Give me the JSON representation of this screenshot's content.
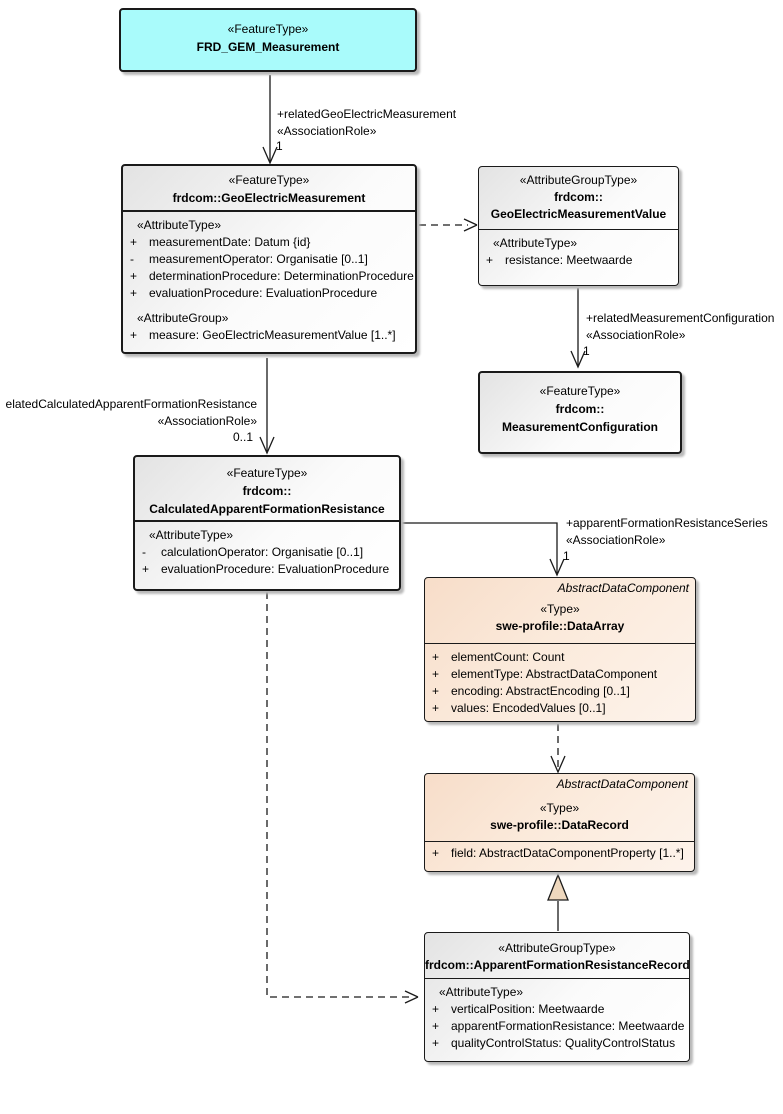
{
  "nodes": {
    "frd_gem": {
      "stereotype": "«FeatureType»",
      "name": "FRD_GEM_Measurement"
    },
    "geo_electric_measurement": {
      "stereotype": "«FeatureType»",
      "name": "frdcom::GeoElectricMeasurement",
      "attr_stereotype": "«AttributeType»",
      "attributes": [
        {
          "vis": "+",
          "text": "measurementDate: Datum {id}"
        },
        {
          "vis": "-",
          "text": "measurementOperator: Organisatie [0..1]"
        },
        {
          "vis": "+",
          "text": "determinationProcedure: DeterminationProcedure"
        },
        {
          "vis": "+",
          "text": "evaluationProcedure: EvaluationProcedure"
        }
      ],
      "group_stereotype": "«AttributeGroup»",
      "group_attributes": [
        {
          "vis": "+",
          "text": "measure: GeoElectricMeasurementValue [1..*]"
        }
      ]
    },
    "geo_electric_measurement_value": {
      "stereotype": "«AttributeGroupType»",
      "name_line1": "frdcom::",
      "name_line2": "GeoElectricMeasurementValue",
      "attr_stereotype": "«AttributeType»",
      "attributes": [
        {
          "vis": "+",
          "text": "resistance: Meetwaarde"
        }
      ]
    },
    "measurement_configuration": {
      "stereotype": "«FeatureType»",
      "name_line1": "frdcom::",
      "name_line2": "MeasurementConfiguration"
    },
    "calculated_afr": {
      "stereotype": "«FeatureType»",
      "name_line1": "frdcom::",
      "name_line2": "CalculatedApparentFormationResistance",
      "attr_stereotype": "«AttributeType»",
      "attributes": [
        {
          "vis": "-",
          "text": "calculationOperator: Organisatie [0..1]"
        },
        {
          "vis": "+",
          "text": "evaluationProcedure: EvaluationProcedure"
        }
      ]
    },
    "data_array": {
      "parent": "AbstractDataComponent",
      "stereotype": "«Type»",
      "name": "swe-profile::DataArray",
      "attributes": [
        {
          "vis": "+",
          "text": "elementCount: Count"
        },
        {
          "vis": "+",
          "text": "elementType: AbstractDataComponent"
        },
        {
          "vis": "+",
          "text": "encoding: AbstractEncoding [0..1]"
        },
        {
          "vis": "+",
          "text": "values: EncodedValues [0..1]"
        }
      ]
    },
    "data_record": {
      "parent": "AbstractDataComponent",
      "stereotype": "«Type»",
      "name": "swe-profile::DataRecord",
      "attributes": [
        {
          "vis": "+",
          "text": "field: AbstractDataComponentProperty [1..*]"
        }
      ]
    },
    "afr_record": {
      "stereotype": "«AttributeGroupType»",
      "name": "frdcom::ApparentFormationResistanceRecord",
      "attr_stereotype": "«AttributeType»",
      "attributes": [
        {
          "vis": "+",
          "text": "verticalPosition: Meetwaarde"
        },
        {
          "vis": "+",
          "text": "apparentFormationResistance: Meetwaarde"
        },
        {
          "vis": "+",
          "text": "qualityControlStatus: QualityControlStatus"
        }
      ]
    }
  },
  "connectors": {
    "related_geo_electric_measurement": {
      "role": "+relatedGeoElectricMeasurement",
      "stereotype": "«AssociationRole»",
      "multiplicity": "1"
    },
    "related_measurement_configuration": {
      "role": "+relatedMeasurementConfiguration",
      "stereotype": "«AssociationRole»",
      "multiplicity": "1"
    },
    "related_calculated_afr": {
      "role": "elatedCalculatedApparentFormationResistance",
      "stereotype": "«AssociationRole»",
      "multiplicity": "0..1"
    },
    "apparent_formation_resistance_series": {
      "role": "+apparentFormationResistanceSeries",
      "stereotype": "«AssociationRole»",
      "multiplicity": "1"
    }
  },
  "colors": {
    "feature_type_fill": "#A9FBFB",
    "type_fill_start": "#F7DDC9",
    "gray_fill_start": "#E3E3E3",
    "generalization_triangle_fill": "#EFD8BE",
    "line_color": "#1A1A1A"
  }
}
